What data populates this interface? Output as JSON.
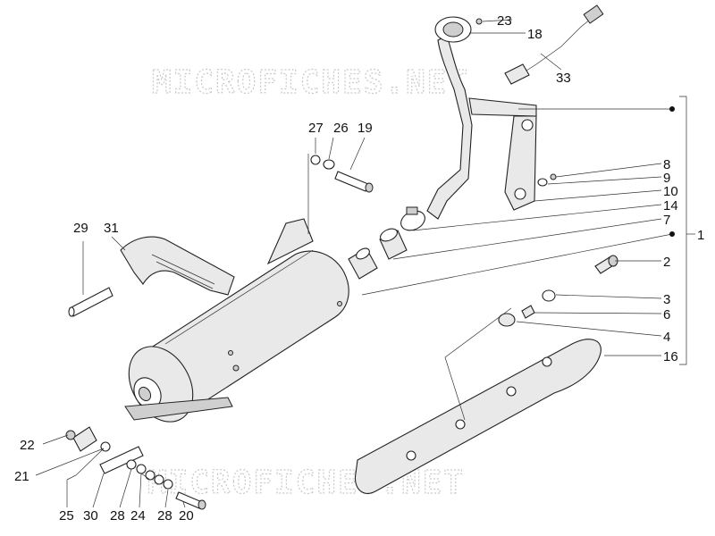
{
  "watermarks": [
    "MICROFICHES.NET",
    "MICROFICHES.NET"
  ],
  "callouts": [
    "1",
    "2",
    "3",
    "4",
    "6",
    "7",
    "8",
    "9",
    "10",
    "14",
    "16",
    "18",
    "19",
    "20",
    "21",
    "22",
    "23",
    "24",
    "25",
    "26",
    "27",
    "28",
    "28",
    "29",
    "30",
    "31",
    "33"
  ]
}
